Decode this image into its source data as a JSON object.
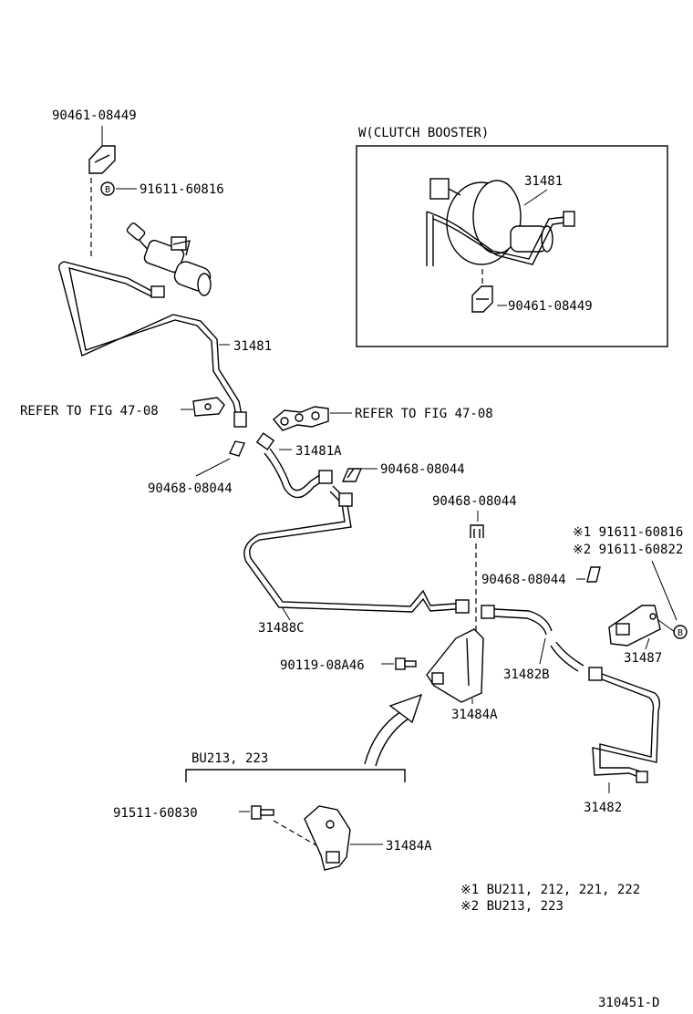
{
  "inset": {
    "title": "W(CLUTCH BOOSTER)",
    "pipe_label": "31481",
    "bracket_label": "90461-08449"
  },
  "labels": {
    "top_bracket": "90461-08449",
    "bolt_b_top": "91611-60816",
    "b_symbol": "B",
    "pipe_31481": "31481",
    "refer_left": "REFER TO FIG 47-08",
    "refer_right": "REFER TO FIG 47-08",
    "pipe_31481a": "31481A",
    "clip_left": "90468-08044",
    "clip_mid": "90468-08044",
    "clip_top_right": "90468-08044",
    "clip_right": "90468-08044",
    "note_bolt_1": "※1 91611-60816",
    "note_bolt_2": "※2 91611-60822",
    "pipe_31488c": "31488C",
    "bolt_90119": "90119-08A46",
    "hose_31482b": "31482B",
    "bracket_31487": "31487",
    "bracket_31484a": "31484A",
    "pipe_31482": "31482",
    "variant": "BU213, 223",
    "bolt_91511": "91511-60830",
    "bracket_31484a_alt": "31484A",
    "footnote_1": "※1 BU211, 212, 221, 222",
    "footnote_2": "※2 BU213, 223",
    "figure_code": "310451-D"
  }
}
